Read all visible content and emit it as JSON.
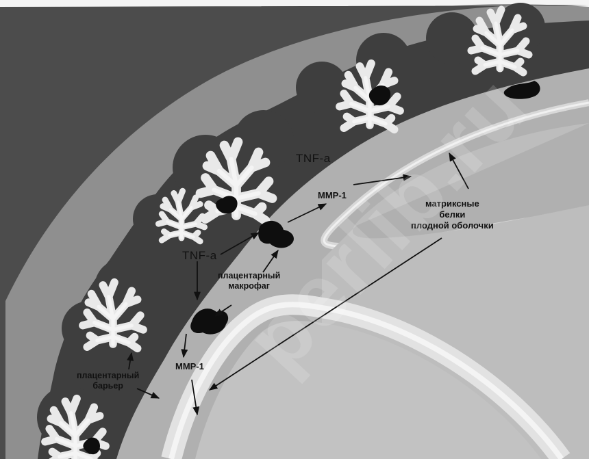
{
  "labels": {
    "tnf_a_upper": "TNF-a",
    "tnf_a_lower": "TNF-a",
    "mmp1_upper": "MMP-1",
    "mmp1_lower": "MMP-1",
    "macrophage": [
      "плацентарный",
      "макрофаг"
    ],
    "barrier": [
      "плацентарный",
      "барьер"
    ],
    "matrix_proteins": [
      "матриксные",
      "белки",
      "плодной оболочки"
    ]
  },
  "watermark": "perlib.ru"
}
